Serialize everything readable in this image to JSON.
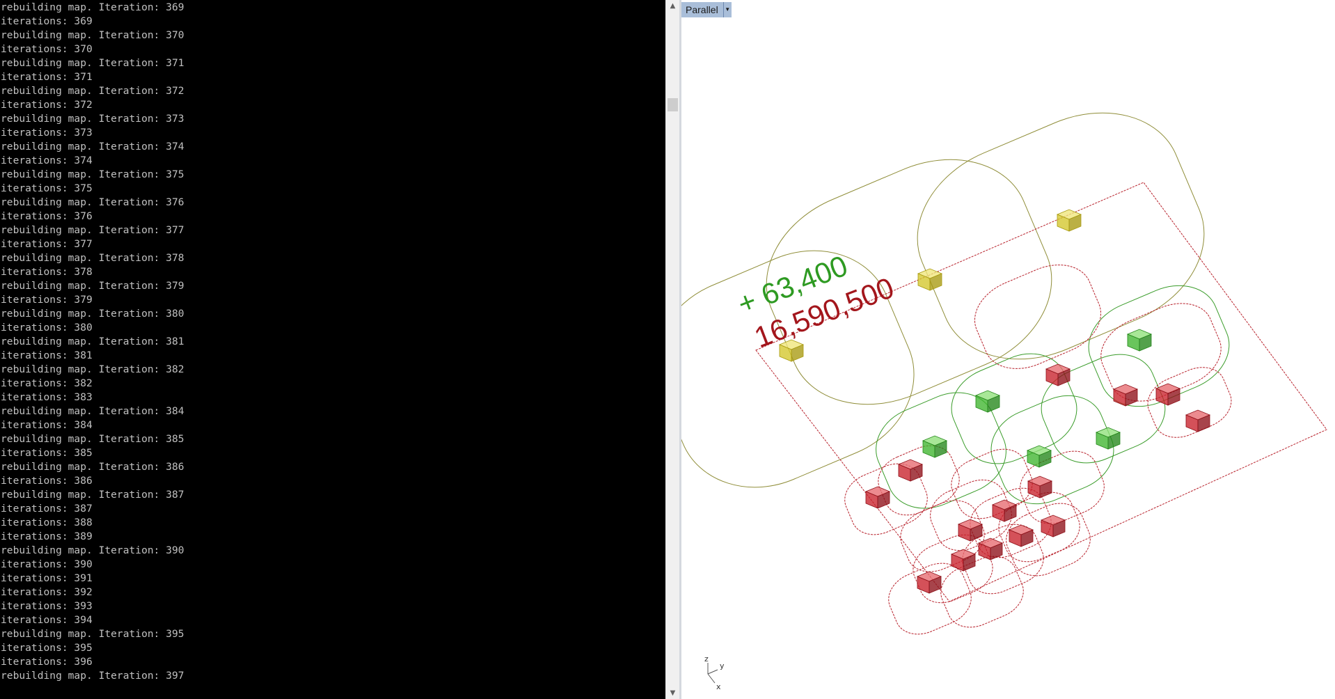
{
  "console": {
    "lines": [
      "rebuilding map. Iteration: 369",
      "iterations: 369",
      "rebuilding map. Iteration: 370",
      "iterations: 370",
      "rebuilding map. Iteration: 371",
      "iterations: 371",
      "rebuilding map. Iteration: 372",
      "iterations: 372",
      "rebuilding map. Iteration: 373",
      "iterations: 373",
      "rebuilding map. Iteration: 374",
      "iterations: 374",
      "rebuilding map. Iteration: 375",
      "iterations: 375",
      "rebuilding map. Iteration: 376",
      "iterations: 376",
      "rebuilding map. Iteration: 377",
      "iterations: 377",
      "rebuilding map. Iteration: 378",
      "iterations: 378",
      "rebuilding map. Iteration: 379",
      "iterations: 379",
      "rebuilding map. Iteration: 380",
      "iterations: 380",
      "rebuilding map. Iteration: 381",
      "iterations: 381",
      "rebuilding map. Iteration: 382",
      "iterations: 382",
      "iterations: 383",
      "rebuilding map. Iteration: 384",
      "iterations: 384",
      "rebuilding map. Iteration: 385",
      "iterations: 385",
      "rebuilding map. Iteration: 386",
      "iterations: 386",
      "rebuilding map. Iteration: 387",
      "iterations: 387",
      "iterations: 388",
      "iterations: 389",
      "rebuilding map. Iteration: 390",
      "iterations: 390",
      "iterations: 391",
      "iterations: 392",
      "iterations: 393",
      "iterations: 394",
      "rebuilding map. Iteration: 395",
      "iterations: 395",
      "iterations: 396",
      "rebuilding map. Iteration: 397"
    ],
    "text_color": "#c0c0c0",
    "background": "#000000"
  },
  "viewport": {
    "projection_label": "Parallel",
    "dropdown_icon": "triangle-down-icon",
    "score_delta": "+ 63,400",
    "score_total": "16,590,500",
    "score_delta_color": "#2e9a22",
    "score_total_color": "#a3161c",
    "axes": {
      "z": "z",
      "y": "y",
      "x": "x"
    },
    "colors": {
      "red_block": "#c8202a",
      "green_block": "#3fb52e",
      "yellow_block": "#d4c62a",
      "red_curve": "#b8222c",
      "green_curve": "#3a9c2a",
      "olive_curve": "#8f8d38"
    }
  }
}
